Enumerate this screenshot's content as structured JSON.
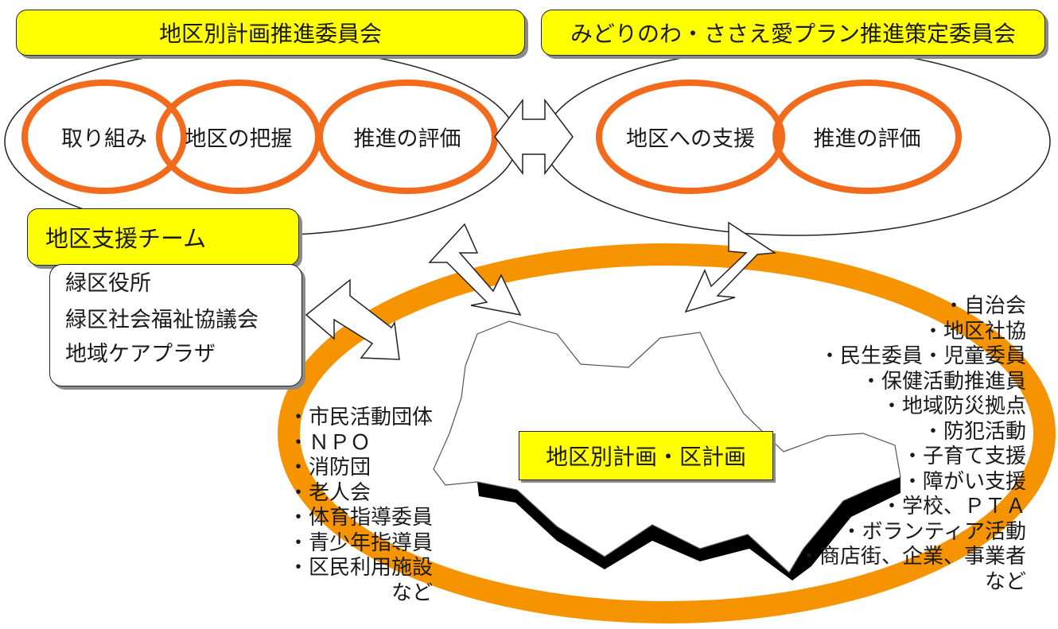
{
  "headers": {
    "left": "地区別計画推進委員会",
    "right": "みどりのわ・ささえ愛プラン推進策定委員会"
  },
  "left_circles": [
    "取り組み",
    "地区の把握",
    "推進の評価"
  ],
  "right_circles": [
    "地区への支援",
    "推進の評価"
  ],
  "support_team": {
    "title": "地区支援チーム",
    "members": [
      "緑区役所",
      "緑区社会福祉協議会",
      "地域ケアプラザ"
    ]
  },
  "center_label": "地区別計画・区計画",
  "left_list": [
    "・市民活動団体",
    "・ＮＰＯ",
    "・消防団",
    "・老人会",
    "・体育指導委員",
    "・青少年指導員",
    "・区民利用施設",
    "など"
  ],
  "right_list": [
    "・自治会",
    "・地区社協",
    "・民生委員・児童委員",
    "・保健活動推進員",
    "・地域防災拠点",
    "・防犯活動",
    "・子育て支援",
    "・障がい支援",
    "・学校、ＰＴＡ",
    "・ボランティア活動",
    "・商店街、企業、事業者",
    "など"
  ],
  "colors": {
    "header_fill": "#ffff00",
    "ring_orange": "#f26b1d",
    "big_ring": "#f59300",
    "shadow": "#8a8a8a"
  }
}
